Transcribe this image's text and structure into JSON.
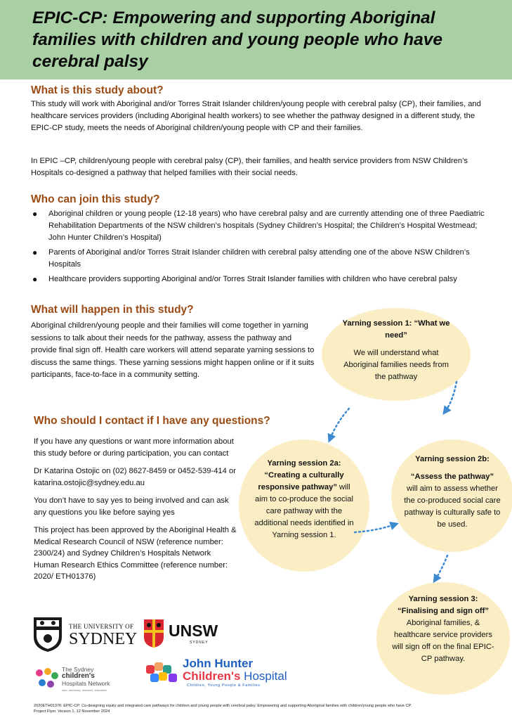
{
  "header": {
    "title": "EPIC-CP:  Empowering and supporting Aboriginal families with children and young people who have cerebral palsy"
  },
  "about": {
    "heading": "What is this study about?",
    "p1": "This study will work with Aboriginal and/or Torres Strait Islander children/young people with cerebral palsy (CP), their families, and healthcare services providers (including Aboriginal health workers) to see whether the pathway designed in a different study, the EPIC-CP study, meets the needs of Aboriginal children/young people with CP and their families.",
    "p2": "In EPIC –CP, children/young people with cerebral palsy (CP), their families, and health service providers from NSW Children’s Hospitals co-designed a pathway that helped families with their social needs."
  },
  "join": {
    "heading": "Who can join this study?",
    "bullets": [
      "Aboriginal children or young people (12-18 years) who have cerebral palsy and are currently attending one of three Paediatric Rehabilitation Departments of the NSW children’s hospitals (Sydney Children’s Hospital; the Children’s Hospital Westmead; John Hunter Children’s Hospital)",
      "Parents of Aboriginal and/or Torres Strait Islander children with cerebral palsy attending one of the above NSW Children’s Hospitals",
      "Healthcare providers supporting Aboriginal and/or Torres Strait Islander families with children who have cerebral palsy"
    ]
  },
  "happen": {
    "heading": "What will happen in this study?",
    "text": "Aboriginal children/young people and their families will come together in yarning sessions to talk about their needs for the pathway, assess the pathway and provide final sign off. Health care workers will attend separate yarning sessions to discuss the same things. These yarning sessions might happen online or if it suits participants, face-to-face in a community setting."
  },
  "sessions": {
    "s1": {
      "title": "Yarning session 1: “What we need”",
      "body": "We will understand what Aboriginal families needs from the pathway"
    },
    "s2a": {
      "title": "Yarning session 2a:",
      "quote": "“Creating a culturally responsive pathway”",
      "body": "will aim to co-produce the social care pathway with the additional needs identified in Yarning session 1."
    },
    "s2b": {
      "title": "Yarning session 2b:",
      "quote": "“Assess the pathway”",
      "body": "will aim to assess whether the co-produced social care pathway is culturally safe to be used."
    },
    "s3": {
      "title": "Yarning session 3:",
      "quote": "“Finalising and sign off”",
      "body": "Aboriginal families, & healthcare service providers will sign off on the final EPIC-CP pathway."
    }
  },
  "contact": {
    "heading": "Who should I contact if I have any questions?",
    "p1": "If you have any questions or want more information about this study before or during participation, you can contact",
    "p2": "Dr Katarina Ostojic on (02) 8627-8459 or 0452-539-414 or katarina.ostojic@sydney.edu.au",
    "p3": "You don’t have to say yes to being involved and can ask any questions you like before saying yes",
    "p4": "This project has been approved by the Aboriginal Health & Medical Research Council of NSW (reference number: 2300/24) and Sydney Children’s Hospitals Network Human Research Ethics Committee (reference number: 2020/ ETH01376)"
  },
  "logos": {
    "usyd_line1": "THE UNIVERSITY OF",
    "usyd_line2": "SYDNEY",
    "unsw": "UNSW",
    "unsw_sub": "SYDNEY",
    "schn_line1": "The Sydney",
    "schn_line2": "children's",
    "schn_line3": "Hospitals Network",
    "schn_tag": "care, advocacy, research, education",
    "jh_line1": "John Hunter",
    "jh_line2a": "Children's",
    "jh_line2b": " Hospital",
    "jh_tag": "Children, Young People & Families"
  },
  "footer": {
    "line1": "2020ETH01376: EPIC-CP: Co-designing equity and integrated care pathways for children and young people with cerebral palsy.   Empowering and supporting Aboriginal families with children/young people who have CP.",
    "line2": "Project Flyer. Version 1.  12 November 2024"
  },
  "colors": {
    "header_bg": "#a9cfa5",
    "heading": "#9a4a12",
    "circle_bg": "#fbeec5",
    "arrow": "#3d8ad0"
  }
}
